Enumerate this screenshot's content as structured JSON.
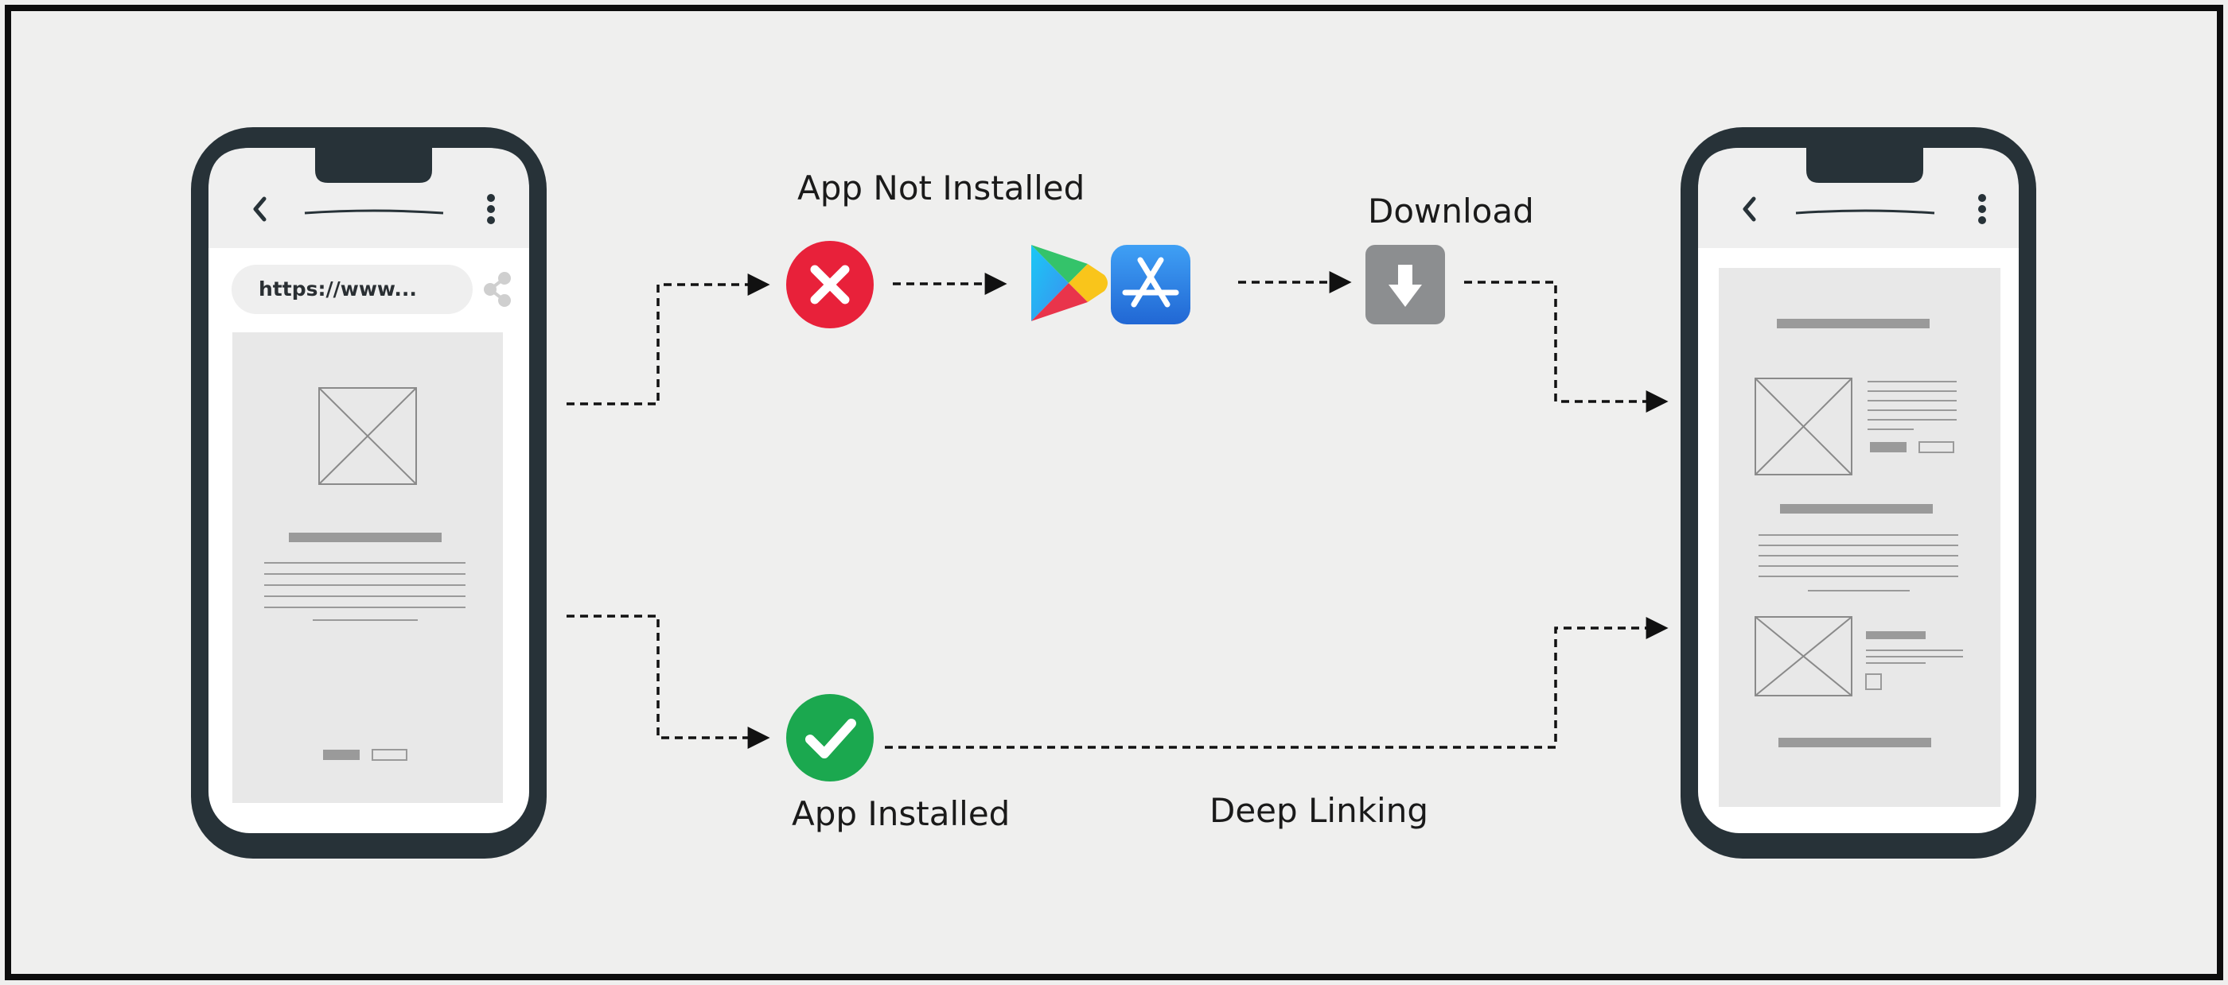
{
  "labels": {
    "app_not_installed": "App Not Installed",
    "download": "Download",
    "app_installed": "App Installed",
    "deep_linking": "Deep Linking"
  },
  "browser_phone": {
    "url": "https://www..."
  },
  "icons": {
    "back": "chevron-left-icon",
    "menu": "kebab-menu-icon",
    "share": "share-icon",
    "not_installed": "cross-circle-icon",
    "installed": "check-circle-icon",
    "play_store": "google-play-icon",
    "app_store": "app-store-icon",
    "download": "download-arrow-icon",
    "image_placeholder": "image-placeholder-icon"
  },
  "colors": {
    "background": "#efefee",
    "frame": "#0d0d0d",
    "phone_body": "#273238",
    "screen_header": "#efefef",
    "content_panel": "#e8e8e8",
    "placeholder_stroke": "#8a8a8a",
    "error_red": "#e8213a",
    "success_green": "#1ba84f",
    "download_gray": "#8c8e90",
    "app_store_blue": "#2f7fe0",
    "arrow": "#111111"
  }
}
